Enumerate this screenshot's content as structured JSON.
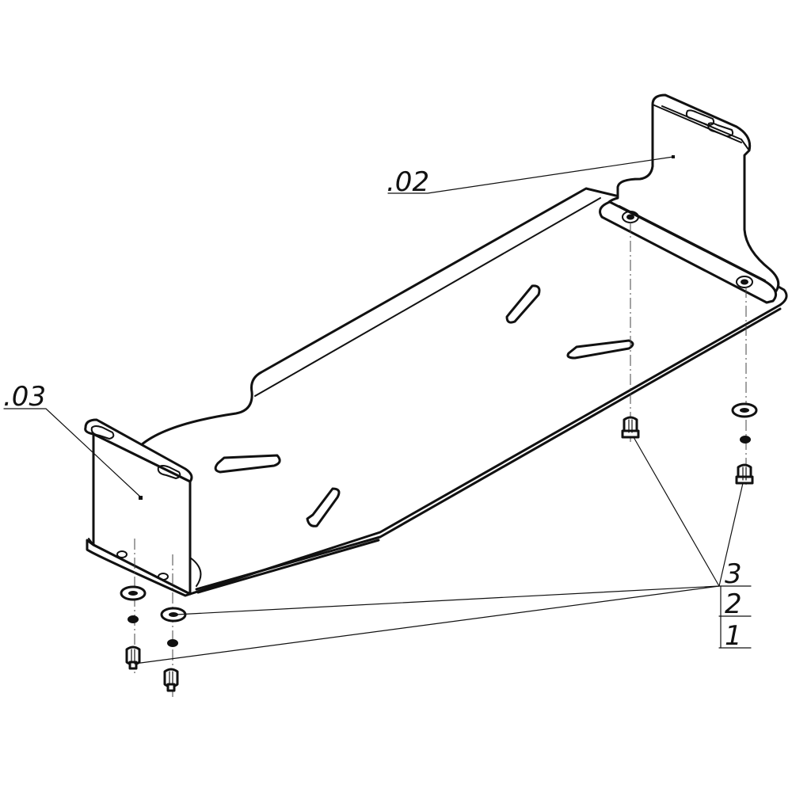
{
  "labels": {
    "part_02": ".02",
    "part_03": ".03"
  },
  "parts_table": {
    "rows": [
      "3",
      "2",
      "1"
    ]
  }
}
